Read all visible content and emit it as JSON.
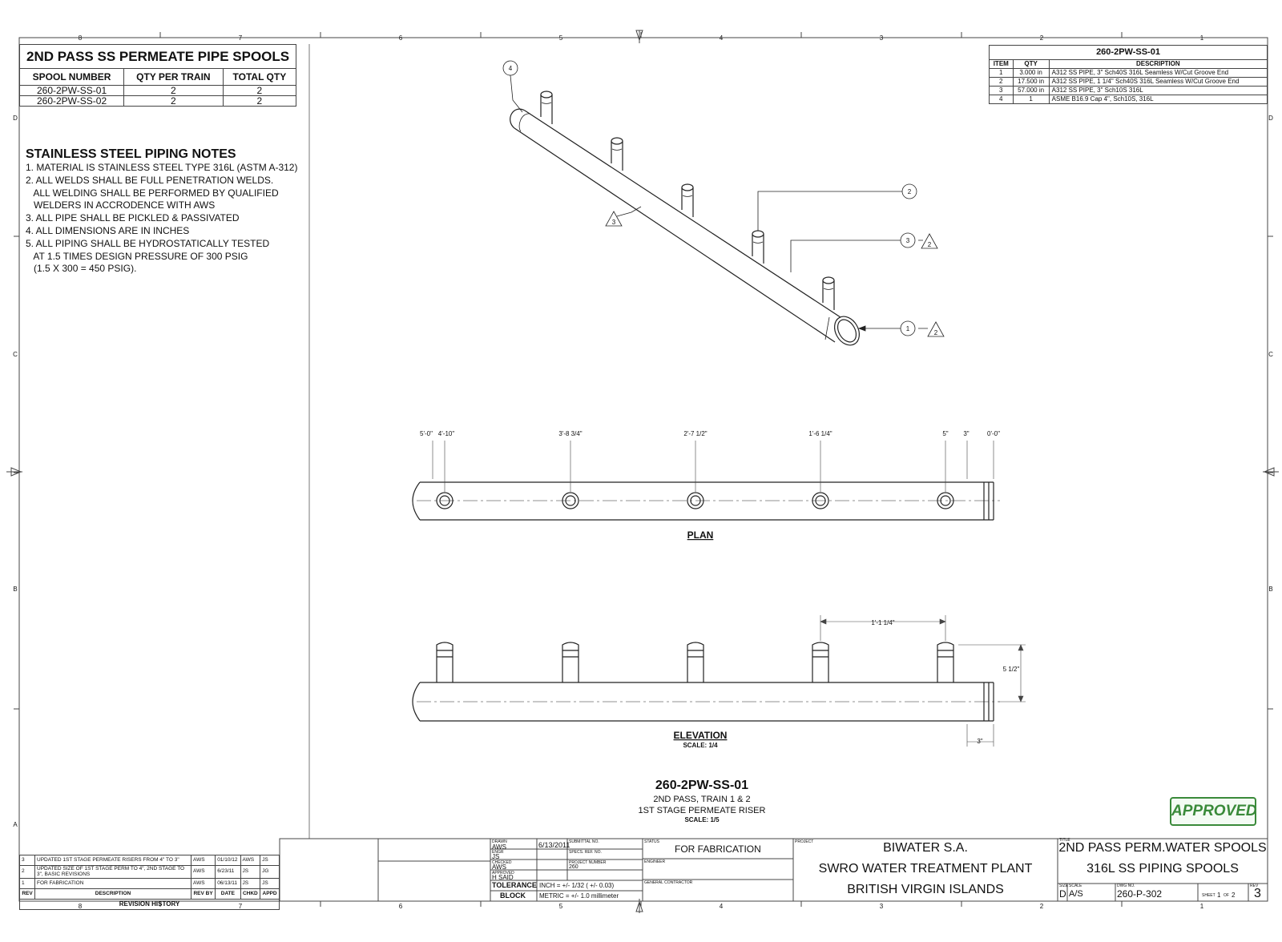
{
  "border": {
    "columns_top": [
      "8",
      "7",
      "6",
      "5",
      "4",
      "3",
      "2",
      "1"
    ],
    "rows_side": [
      "D",
      "C",
      "B",
      "A"
    ]
  },
  "spool_table": {
    "title": "2ND PASS SS PERMEATE PIPE SPOOLS",
    "headers": [
      "SPOOL NUMBER",
      "QTY PER TRAIN",
      "TOTAL QTY"
    ],
    "rows": [
      [
        "260-2PW-SS-01",
        "2",
        "2"
      ],
      [
        "260-2PW-SS-02",
        "2",
        "2"
      ]
    ]
  },
  "notes": {
    "title": "STAINLESS STEEL PIPING NOTES",
    "lines": [
      "1. MATERIAL IS STAINLESS STEEL TYPE 316L (ASTM A-312)",
      "2. ALL WELDS SHALL BE FULL PENETRATION WELDS.",
      "   ALL WELDING SHALL BE PERFORMED BY QUALIFIED",
      "   WELDERS IN ACCRODENCE WITH AWS",
      "3. ALL PIPE SHALL BE PICKLED & PASSIVATED",
      "4. ALL DIMENSIONS ARE IN INCHES",
      "5. ALL PIPING SHALL BE HYDROSTATICALLY TESTED",
      "   AT 1.5 TIMES DESIGN PRESSURE OF 300 PSIG",
      "   (1.5 X 300 = 450 PSIG)."
    ]
  },
  "bom": {
    "title": "260-2PW-SS-01",
    "headers": [
      "ITEM",
      "QTY",
      "DESCRIPTION"
    ],
    "rows": [
      [
        "1",
        "3.000 in",
        "A312 SS PIPE, 3\" Sch40S 316L Seamless W/Cut Groove End"
      ],
      [
        "2",
        "17.500 in",
        "A312 SS PIPE, 1 1/4\" Sch40S 316L Seamless W/Cut Groove End"
      ],
      [
        "3",
        "57.000 in",
        "A312 SS PIPE, 3\" Sch10S 316L"
      ],
      [
        "4",
        "1",
        "ASME B16.9 Cap 4\", Sch10S, 316L"
      ]
    ]
  },
  "iso": {
    "balloons": [
      "4",
      "2",
      "3",
      "1"
    ],
    "flags": [
      "3",
      "2",
      "2"
    ]
  },
  "plan": {
    "dims": [
      "5'-0\"",
      "4'-10\"",
      "3'-8 3/4\"",
      "2'-7 1/2\"",
      "1'-6 1/4\"",
      "5\"",
      "3\"",
      "0'-0\""
    ],
    "label": "PLAN"
  },
  "elevation": {
    "dim_top": "1'-1 1/4\"",
    "dim_right": "5 1/2\"",
    "dim_bottom": "3\"",
    "label": "ELEVATION",
    "scale": "SCALE: 1/4"
  },
  "drawing_title": {
    "number": "260-2PW-SS-01",
    "line1": "2ND PASS, TRAIN 1 & 2",
    "line2": "1ST STAGE PERMEATE RISER",
    "scale": "SCALE: 1/5"
  },
  "stamp": "APPROVED",
  "revisions": {
    "rows": [
      [
        "3",
        "UPDATED 1ST STAGE PERMEATE RISERS FROM 4\" TO 3\"",
        "AWS",
        "01/10/12",
        "AWS",
        "JS"
      ],
      [
        "2",
        "UPDATED SIZE OF 1ST STAGE PERM TO 4\", 2ND STAGE TO 3\", BASIC REVISIONS",
        "AWS",
        "6/23/11",
        "JS",
        "JG"
      ],
      [
        "1",
        "FOR FABRICATION",
        "AWS",
        "06/13/11",
        "JS",
        "JS"
      ]
    ],
    "headers": [
      "REV",
      "DESCRIPTION",
      "REV BY",
      "DATE",
      "CHKD",
      "APPD"
    ],
    "title": "REVISION HISTORY"
  },
  "title_block": {
    "drawn_label": "DRAWN",
    "drawn": "AWS",
    "date": "6/13/2011",
    "engr_label": "ENGR",
    "engr": "JS",
    "checked_label": "CHECKED",
    "checked": "AWS",
    "approved_label": "APPROVED",
    "approved": "H SAID",
    "submittal_label": "SUBMITTAL NO.",
    "spec_label": "SPECS. REF. NO.",
    "project_no_label": "PROJECT NUMBER",
    "project_no": "260",
    "tolerance": "TOLERANCE",
    "block": "BLOCK",
    "tol_inch": "INCH = +/- 1/32 ( +/- 0.03)",
    "tol_metric": "METRIC = +/- 1.0 millimeter",
    "status_label": "STATUS",
    "status": "FOR FABRICATION",
    "engineer_label": "ENGINEER",
    "gc_label": "GENERAL CONTRACTOR",
    "project_label": "PROJECT",
    "company": "BIWATER S.A.",
    "project1": "SWRO WATER TREATMENT PLANT",
    "project2": "BRITISH VIRGIN ISLANDS",
    "title_label": "TITLE",
    "title1": "2ND PASS PERM.WATER SPOOLS",
    "title2": "316L SS PIPING SPOOLS",
    "size_label": "SIZE",
    "size": "D",
    "scale_label": "SCALE",
    "scale": "A/S",
    "dwg_label": "DWG NO.",
    "dwg": "260-P-302",
    "sheet_label": "SHEET",
    "sheet_num": "1",
    "of_label": "OF",
    "sheet_total": "2",
    "rev_label": "REV",
    "rev": "3"
  }
}
